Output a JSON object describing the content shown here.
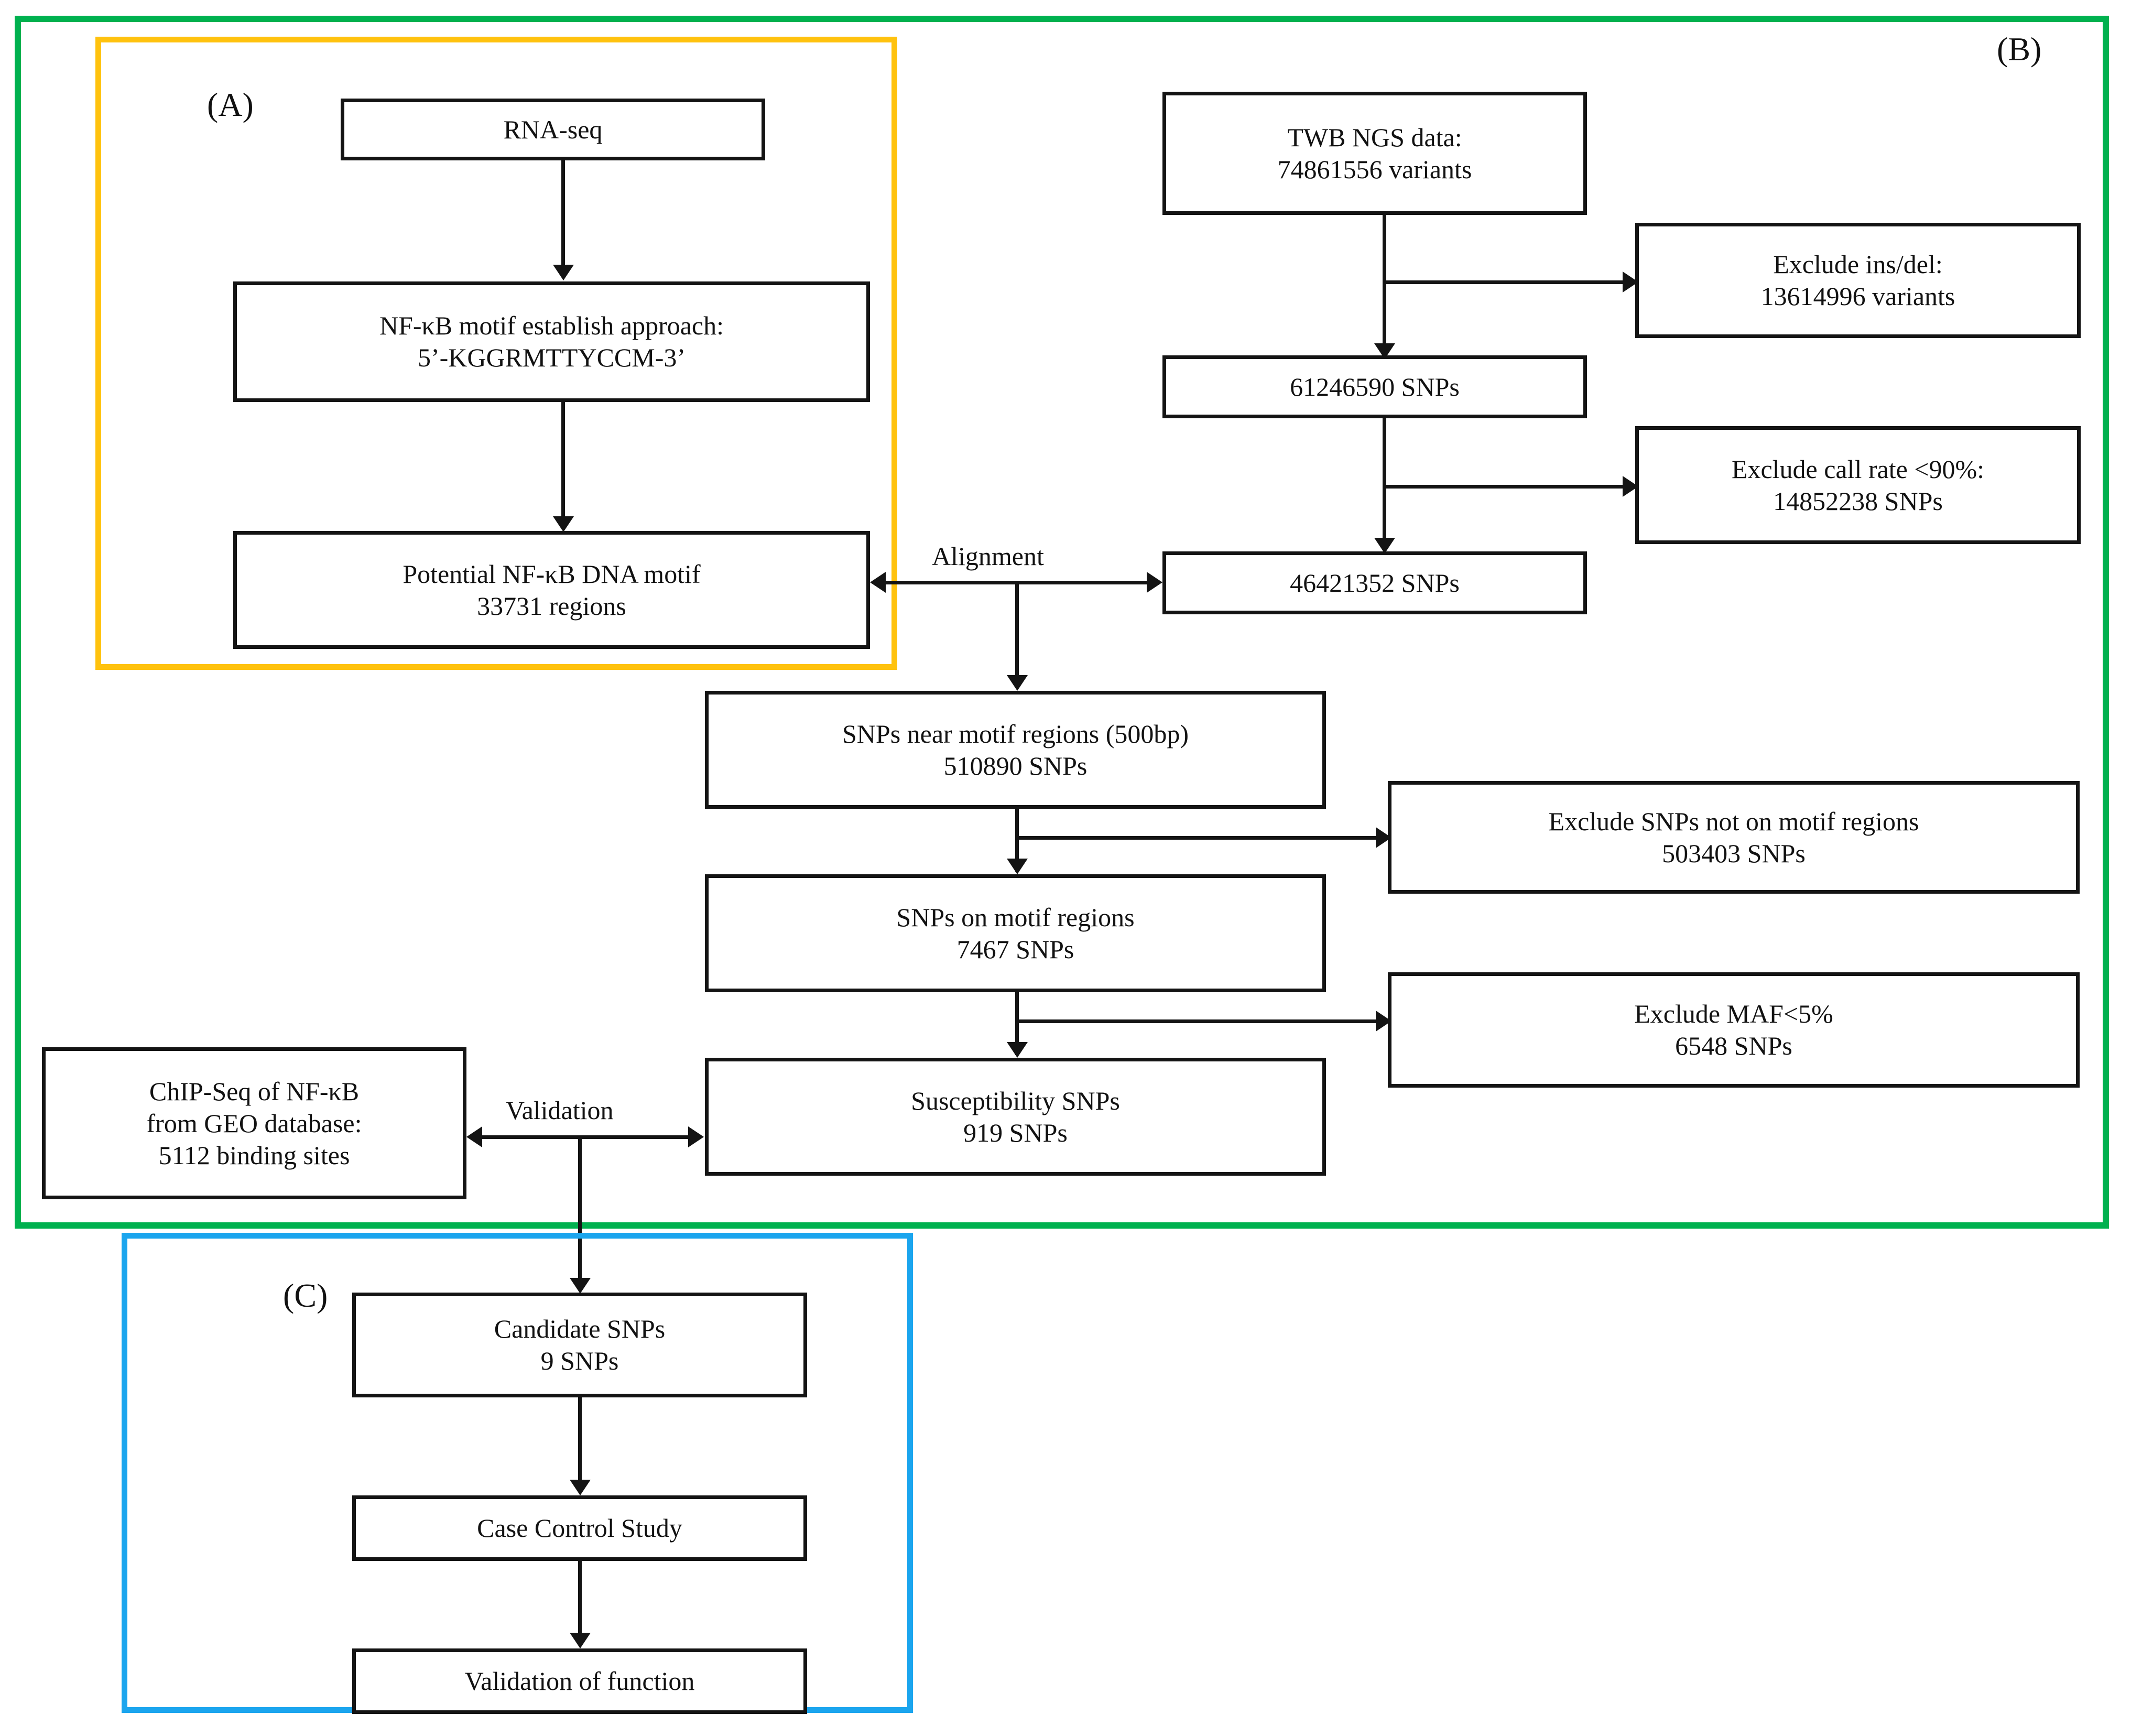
{
  "figure": {
    "type": "flowchart",
    "panels": [
      {
        "id": "A",
        "tag": "(A)",
        "border_color": "#ffc20e"
      },
      {
        "id": "B",
        "tag": "(B)",
        "border_color": "#00b14f"
      },
      {
        "id": "C",
        "tag": "(C)",
        "border_color": "#1ba5ee"
      }
    ]
  },
  "panel_a": {
    "tag": "(A)",
    "nodes": {
      "rna_seq": {
        "line1": "RNA-seq"
      },
      "motif_approach": {
        "line1": "NF-κB motif establish  approach:",
        "line2": "5’-KGGRMTTYCCM-3’"
      },
      "potential_motif": {
        "line1": "Potential NF-κB DNA motif",
        "line2": "33731 regions"
      }
    }
  },
  "panel_b": {
    "tag": "(B)",
    "nodes": {
      "twb": {
        "line1": "TWB NGS data:",
        "line2": "74861556 variants"
      },
      "exclude_indel": {
        "line1": "Exclude ins/del:",
        "line2": "13614996 variants"
      },
      "snps_all": {
        "line1": "61246590  SNPs"
      },
      "exclude_callrate": {
        "line1": "Exclude call rate <90%:",
        "line2": "14852238 SNPs"
      },
      "snps_qc": {
        "line1": "46421352 SNPs"
      },
      "snps_near_motif": {
        "line1": "SNPs near motif regions (500bp)",
        "line2": "510890  SNPs"
      },
      "exclude_not_motif": {
        "line1": "Exclude SNPs not on motif regions",
        "line2": "503403 SNPs"
      },
      "snps_on_motif": {
        "line1": "SNPs on motif regions",
        "line2": "7467  SNPs"
      },
      "exclude_maf": {
        "line1": "Exclude  MAF<5%",
        "line2": "6548 SNPs"
      },
      "susceptibility": {
        "line1": "Susceptibility SNPs",
        "line2": "919 SNPs"
      },
      "chipseq": {
        "line1": "ChIP-Seq  of NF-κB",
        "line2": "from GEO database:",
        "line3": "5112  binding  sites"
      }
    },
    "edges": {
      "alignment": "Alignment",
      "validation": "Validation"
    }
  },
  "panel_c": {
    "tag": "(C)",
    "nodes": {
      "candidate": {
        "line1": "Candidate SNPs",
        "line2": "9 SNPs"
      },
      "case_control": {
        "line1": "Case Control Study"
      },
      "validation_function": {
        "line1": "Validation of function"
      }
    }
  }
}
